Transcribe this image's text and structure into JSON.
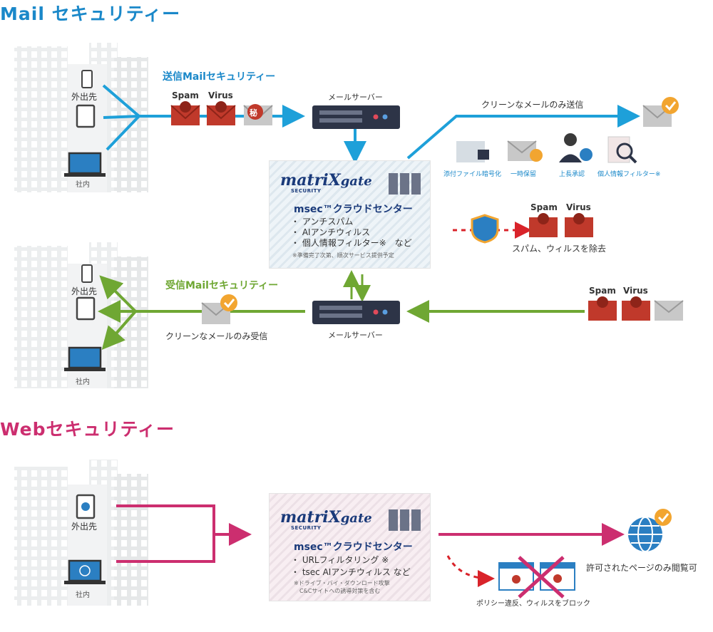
{
  "mail": {
    "title": "Mail セキュリティー",
    "send_title": "送信Mailセキュリティー",
    "receive_title": "受信Mailセキュリティー",
    "outside_label": "外出先",
    "inside_label": "社内",
    "spam_label": "Spam",
    "virus_label": "Virus",
    "secret_label": "秘",
    "mail_server_label": "メールサーバー",
    "clean_send": "クリーンなメールのみ送信",
    "clean_receive": "クリーンなメールのみ受信",
    "remove_label": "スパム、ウィルスを除去",
    "send_features": [
      {
        "label": "添付ファイル暗号化"
      },
      {
        "label": "一時保留"
      },
      {
        "label": "上長承認"
      },
      {
        "label": "個人情報フィルター※"
      }
    ],
    "cloud": {
      "logo_main": "matriX",
      "logo_gate": "gate",
      "logo_sub": "SECURITY",
      "title": "msec™クラウドセンター",
      "items": [
        "・ アンチスパム",
        "・ AIアンチウィルス",
        "・ 個人情報フィルター※　など"
      ],
      "note": "※準備完了次第、順次サービス提供予定"
    }
  },
  "web": {
    "title": "Webセキュリティー",
    "outside_label": "外出先",
    "inside_label": "社内",
    "allowed_label": "許可されたページのみ閲覧可",
    "block_label": "ポリシー違反、ウィルスをブロック",
    "cloud": {
      "logo_main": "matriX",
      "logo_gate": "gate",
      "logo_sub": "SECURITY",
      "title": "msec™クラウドセンター",
      "items": [
        "・ URLフィルタリング ※",
        "・ tsec AIアンチウィルス など"
      ],
      "notes": [
        "※ドライブ・バイ・ダウンロード攻撃",
        "C&Cサイトへの誘導対策を含む"
      ]
    }
  },
  "colors": {
    "mail_title": "#1a88c9",
    "send_blue": "#1ea0d9",
    "receive_green": "#6fa733",
    "web_pink": "#cc2e6f"
  }
}
